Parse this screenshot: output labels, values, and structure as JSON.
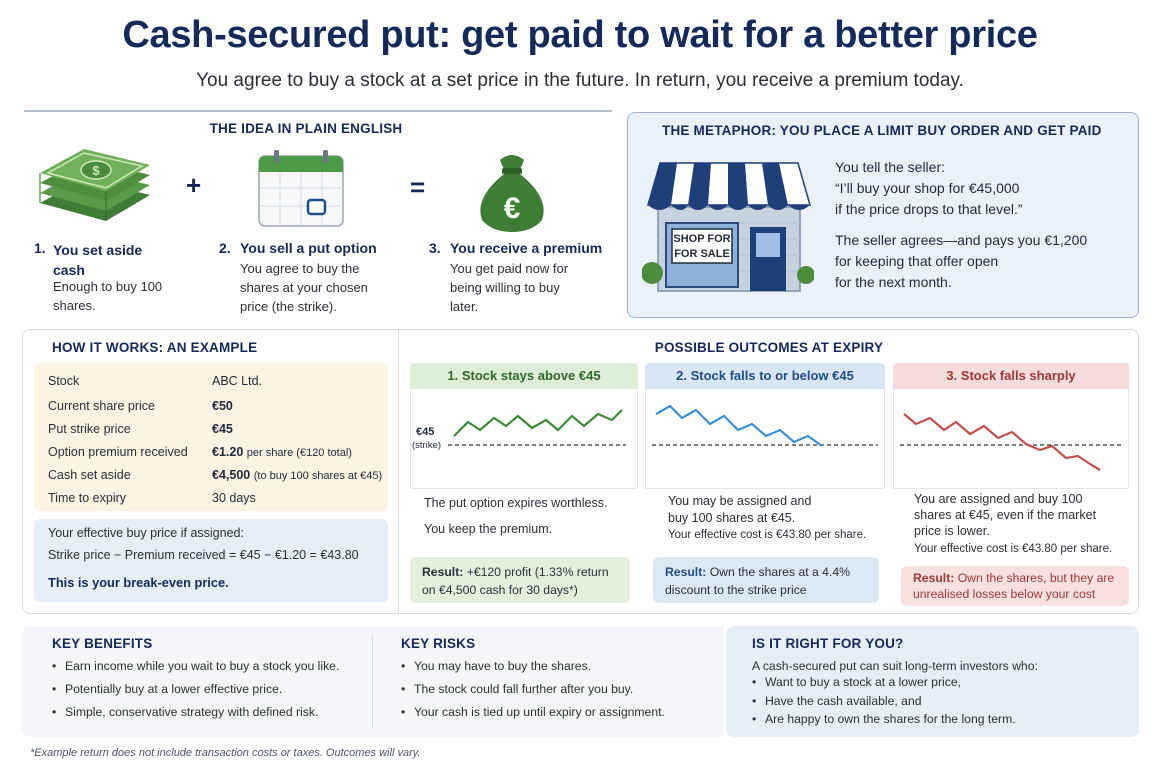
{
  "header": {
    "title": "Cash-secured put: get paid to wait for a better price",
    "subtitle": "You agree to buy a stock at a set price in the future. In return, you receive a premium today."
  },
  "idea": {
    "heading": "THE IDEA IN PLAIN ENGLISH",
    "plus": "+",
    "equals": "=",
    "steps": [
      {
        "num": "1.",
        "title": "You set aside cash",
        "body": "Enough to buy 100 shares."
      },
      {
        "num": "2.",
        "title": "You sell a put option",
        "body": "You agree to buy the shares at your chosen price (the strike)."
      },
      {
        "num": "3.",
        "title": "You receive a premium",
        "body": "You get paid now for being willing to buy later."
      }
    ],
    "coin_symbol": "€"
  },
  "metaphor": {
    "heading": "THE METAPHOR: YOU PLACE A LIMIT BUY ORDER AND GET PAID",
    "sign": "SHOP FOR FOR SALE",
    "text1": "You tell the seller:",
    "text2": "“I’ll buy your shop for €45,000",
    "text3": "if the price drops to that level.”",
    "text4": "The seller agrees—and pays you €1,200",
    "text5": "for keeping that offer open",
    "text6": "for the next month."
  },
  "example": {
    "heading": "HOW IT WORKS: AN EXAMPLE",
    "rows": [
      {
        "label": "Stock",
        "value": "ABC Ltd.",
        "note": ""
      },
      {
        "label": "Current share price",
        "value": "€50",
        "note": ""
      },
      {
        "label": "Put strike price",
        "value": "€45",
        "note": ""
      },
      {
        "label": "Option premium received",
        "value": "€1.20",
        "note": "per share (€120 total)"
      },
      {
        "label": "Cash set aside",
        "value": "€4,500",
        "note": "(to buy 100 shares at €45)"
      },
      {
        "label": "Time to expiry",
        "value": "30 days",
        "note": ""
      }
    ],
    "effective_label": "Your effective buy price if assigned:",
    "effective_formula": "Strike price − Premium received = €45 − €1.20 = €43.80",
    "breakeven": "This is your break-even price."
  },
  "outcomes": {
    "heading": "POSSIBLE OUTCOMES AT EXPIRY",
    "strike_label": "€45",
    "strike_sub": "(strike)",
    "items": [
      {
        "title": "1. Stock stays above €45",
        "line1": "The put option expires worthless.",
        "line2": "You keep the premium.",
        "line3": "",
        "result_label": "Result:",
        "result_text": "+€120 profit (1.33% return on €4,500 cash for 30 days*)"
      },
      {
        "title": "2. Stock falls to or below €45",
        "line1": "You may be assigned and",
        "line2": "buy 100 shares at €45.",
        "line3": "Your effective cost is €43.80 per share.",
        "result_label": "Result:",
        "result_text": "Own the shares at a 4.4% discount to the strike price"
      },
      {
        "title": "3. Stock falls sharply",
        "line1": "You are assigned and buy 100",
        "line2": "shares at €45, even if the market",
        "line3": "price is lower.",
        "line4": "Your effective cost is €43.80 per share.",
        "result_label": "Result:",
        "result_text": "Own the shares, but they are unrealised losses below your cost"
      }
    ]
  },
  "benefits": {
    "heading": "KEY BENEFITS",
    "items": [
      "Earn income while you wait to buy a stock you like.",
      "Potentially buy at a lower effective price.",
      "Simple, conservative strategy with defined risk."
    ]
  },
  "risks": {
    "heading": "KEY RISKS",
    "items": [
      "You may have to buy the shares.",
      "The stock could fall further after you buy.",
      "Your cash is tied up until expiry or assignment."
    ]
  },
  "fit": {
    "heading": "IS IT RIGHT FOR YOU?",
    "intro": "A cash-secured put can suit long-term investors who:",
    "items": [
      "Want to buy a stock at a lower price,",
      "Have the cash available, and",
      "Are happy to own the shares for the long term."
    ]
  },
  "footnote": "*Example return does not include transaction costs or taxes. Outcomes will vary.",
  "colors": {
    "navy": "#15295a",
    "green": "#3f8a3a",
    "blue": "#3d8fd1",
    "red": "#c0504d"
  }
}
